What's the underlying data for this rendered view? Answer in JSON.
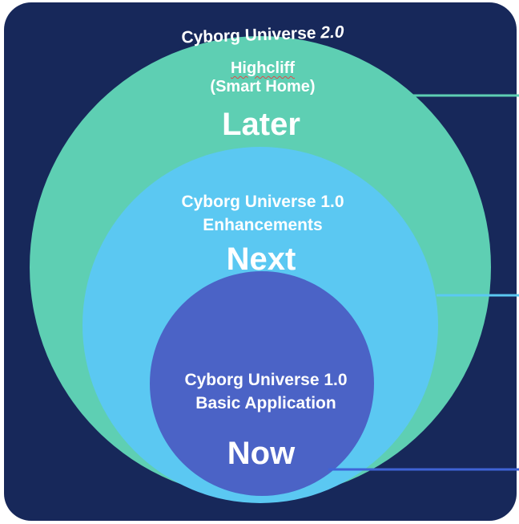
{
  "title": {
    "text": "Cyborg Universe",
    "version": "2.0"
  },
  "circles": [
    {
      "id": "later",
      "name_lines": [
        "Highcliff",
        "(Smart Home)"
      ],
      "stage": "Later",
      "color": "#5ecfb3",
      "connector_color": "#5ecfb3"
    },
    {
      "id": "next",
      "name_lines": [
        "Cyborg Universe 1.0",
        "Enhancements"
      ],
      "stage": "Next",
      "color": "#5bc8f2",
      "connector_color": "#5bc8f2"
    },
    {
      "id": "now",
      "name_lines": [
        "Cyborg Universe 1.0",
        "Basic Application"
      ],
      "stage": "Now",
      "color": "#4b63c6",
      "connector_color": "#3f63d6"
    }
  ],
  "colors": {
    "background": "#17285a",
    "text": "#ffffff"
  }
}
